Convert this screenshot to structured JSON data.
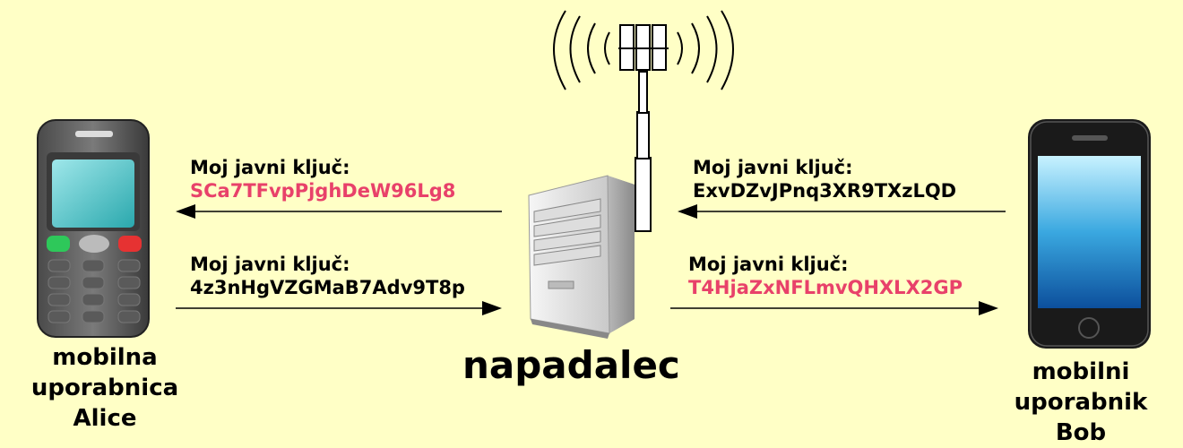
{
  "alice": {
    "label_line1": "mobilna",
    "label_line2": "uporabnica",
    "label_line3": "Alice"
  },
  "bob": {
    "label_line1": "mobilni",
    "label_line2": "uporabnik",
    "label_line3": "Bob"
  },
  "attacker": {
    "label": "napadalec"
  },
  "messages": {
    "to_alice": {
      "caption": "Moj javni ključ:",
      "key": "SCa7TFvpPjghDeW96Lg8"
    },
    "from_alice": {
      "caption": "Moj javni ključ:",
      "key": "4z3nHgVZGMaB7Adv9T8p"
    },
    "from_bob": {
      "caption": "Moj javni ključ:",
      "key": "ExvDZvJPnq3XR9TXzLQD"
    },
    "to_bob": {
      "caption": "Moj javni ključ:",
      "key": "T4HjaZxNFLmvQHXLX2GP"
    }
  },
  "colors": {
    "background": "#ffffc6",
    "forged_key": "#e8416a",
    "genuine_key": "#000000"
  },
  "icons": [
    "feature-phone-icon",
    "smartphone-icon",
    "server-tower-icon",
    "antenna-tower-icon"
  ]
}
